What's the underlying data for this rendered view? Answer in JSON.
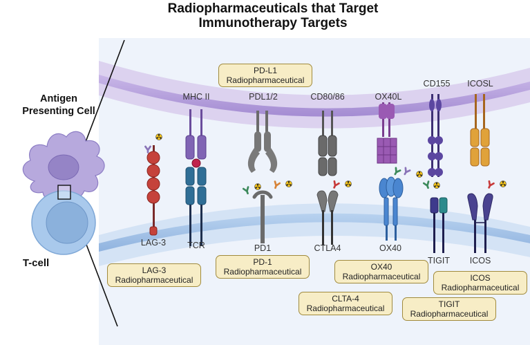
{
  "title": {
    "line1": "Radiopharmaceuticals that Target",
    "line2": "Immunotherapy Targets"
  },
  "cells": {
    "apc_line1": "Antigen",
    "apc_line2": "Presenting Cell",
    "tcell": "T-cell"
  },
  "apc_receptors": {
    "mhc2": "MHC II",
    "pdl": "PDL1/2",
    "cd80": "CD80/86",
    "ox40l": "OX40L",
    "cd155": "CD155",
    "icosl": "ICOSL"
  },
  "tcell_receptors": {
    "lag3": "LAG-3",
    "tcr": "TCR",
    "pd1": "PD1",
    "ctla4": "CTLA4",
    "ox40": "OX40",
    "tigit": "TIGIT",
    "icos": "ICOS"
  },
  "radiopharma": {
    "pdl1": {
      "line1": "PD-L1",
      "line2": "Radiopharmaceutical"
    },
    "lag3": {
      "line1": "LAG-3",
      "line2": "Radiopharmaceutical"
    },
    "pd1": {
      "line1": "PD-1",
      "line2": "Radiopharmaceutical"
    },
    "ox40": {
      "line1": "OX40",
      "line2": "Radiopharmaceutical"
    },
    "icos": {
      "line1": "ICOS",
      "line2": "Radiopharmaceutical"
    },
    "ctla4": {
      "line1": "CLTA-4",
      "line2": "Radiopharmaceutical"
    },
    "tigit": {
      "line1": "TIGIT",
      "line2": "Radiopharmaceutical"
    }
  },
  "colors": {
    "background_panel": "#eef3fb",
    "apc_membrane": "#b9a6dc",
    "tcell_membrane": "#aec9ea",
    "label_box_fill": "#f7edc6",
    "label_box_border": "#a08a3c",
    "radiation": "#f2c21b"
  }
}
